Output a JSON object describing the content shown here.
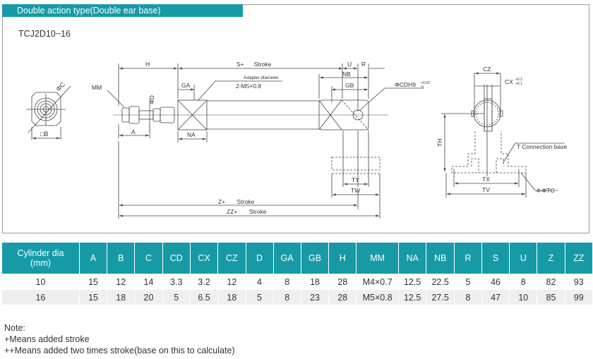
{
  "header": {
    "title": "Double action type(Double ear base)",
    "model": "TCJ2D10~16"
  },
  "drawing": {
    "labels": {
      "phi_c": "ΦC",
      "square_b": "□B",
      "mm": "MM",
      "h": "H",
      "a": "A",
      "phi_d": "ΦD",
      "ga": "GA",
      "na": "NA",
      "s_stroke": "S+      Stroke",
      "adapter_diameter": "Adapter diameter",
      "adapter_thread": "2-M5×0.8",
      "u": "U",
      "r": "R",
      "nb": "NB",
      "gb": "GB",
      "phi_cdh9": "ΦCDH9",
      "cdh9_tol_upper": "+0.03",
      "cdh9_tol_lower": "0",
      "ty": "TY",
      "tw": "TW",
      "z_stroke": "Z+       Stroke",
      "zz_stroke": "ZZ+       Stroke",
      "cz": "CZ",
      "cx": "CX",
      "cx_tol_upper": "+0.2",
      "cx_tol_lower": "+0.1",
      "th": "TH",
      "t_connection_base": "T Connection base",
      "tx": "TX",
      "tv": "TV",
      "four_phi_tc": "4-ΦTC"
    }
  },
  "table": {
    "headers": [
      "Cylinder dia\n(mm)",
      "A",
      "B",
      "C",
      "CD",
      "CX",
      "CZ",
      "D",
      "GA",
      "GB",
      "H",
      "MM",
      "NA",
      "NB",
      "R",
      "S",
      "U",
      "Z",
      "ZZ"
    ],
    "header_line1": "Cylinder dia",
    "header_line2": "(mm)",
    "rows": [
      [
        "10",
        "15",
        "12",
        "14",
        "3.3",
        "3.2",
        "12",
        "4",
        "8",
        "18",
        "28",
        "M4×0.7",
        "12.5",
        "22.5",
        "5",
        "46",
        "8",
        "82",
        "93"
      ],
      [
        "16",
        "15",
        "18",
        "20",
        "5",
        "6.5",
        "18",
        "5",
        "8",
        "23",
        "28",
        "M5×0.8",
        "12.5",
        "27.5",
        "8",
        "47",
        "10",
        "85",
        "99"
      ]
    ]
  },
  "notes": {
    "title": "Note:",
    "line1": "+Means added stroke",
    "line2": "++Means added two times stroke(base on this to calculate)"
  },
  "colors": {
    "accent": "#169aa6",
    "row_alt": "#efefef",
    "frame": "#9a9a9a"
  }
}
